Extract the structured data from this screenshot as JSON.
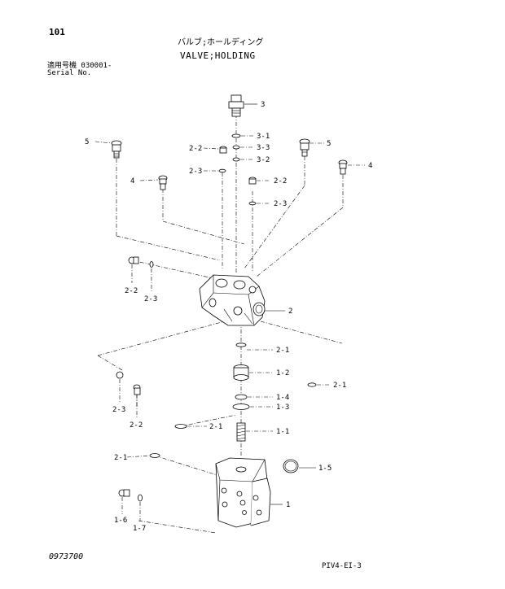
{
  "header": {
    "page_number": "101",
    "title_jp": "バルブ;ホールディング",
    "title_en": "VALVE;HOLDING",
    "serial_jp": "適用号機  030001-",
    "serial_en": "Serial No."
  },
  "footer": {
    "left_code": "0973700",
    "right_code": "PIV4-EI-3"
  },
  "callouts": [
    "3",
    "3-1",
    "3-3",
    "3-2",
    "5",
    "5",
    "4",
    "4",
    "2-2",
    "2-3",
    "2-2",
    "2-3",
    "2-2",
    "2-3",
    "2",
    "2-1",
    "1-2",
    "2-1",
    "1-4",
    "1-3",
    "2-3",
    "2-2",
    "2-1",
    "1-1",
    "2-1",
    "1-5",
    "1",
    "1-6",
    "1-7"
  ]
}
